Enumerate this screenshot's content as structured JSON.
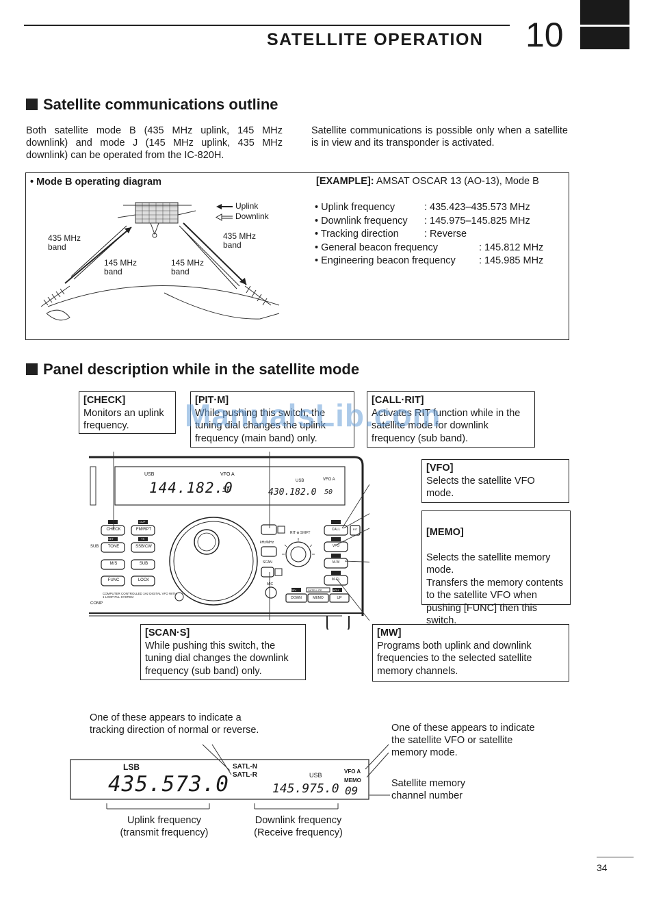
{
  "header": {
    "section_title": "SATELLITE OPERATION",
    "chapter_number": "10"
  },
  "outline": {
    "heading": "Satellite communications outline",
    "para_left": "Both satellite mode B (435 MHz uplink, 145 MHz downlink) and mode J (145 MHz uplink, 435 MHz downlink) can be operated from the IC-820H.",
    "para_right": "Satellite communications is possible only when a satellite is in view and its transponder is activated."
  },
  "diagram": {
    "title": "• Mode B operating diagram",
    "legend_uplink": "Uplink",
    "legend_downlink": "Downlink",
    "label_435_left": "435 MHz\nband",
    "label_145_left": "145 MHz\nband",
    "label_435_right": "435 MHz\nband",
    "label_145_right": "145 MHz\nband"
  },
  "example": {
    "title_tag": "[EXAMPLE]:",
    "title_text": " AMSAT OSCAR 13 (AO-13), Mode B",
    "rows": [
      {
        "label": "• Uplink frequency",
        "value": ": 435.423–435.573 MHz"
      },
      {
        "label": "• Downlink frequency",
        "value": ": 145.975–145.825 MHz"
      },
      {
        "label": "• Tracking direction",
        "value": ": Reverse"
      },
      {
        "label": "• General beacon frequency",
        "value": ": 145.812 MHz"
      },
      {
        "label": "• Engineering beacon frequency",
        "value": ": 145.985 MHz"
      }
    ]
  },
  "panel": {
    "heading": "Panel description while in the satellite mode",
    "callouts": {
      "check": {
        "title": "[CHECK]",
        "body": "Monitors an uplink frequency."
      },
      "pit": {
        "title": "[PIT·M]",
        "body": "While pushing this switch, the tuning dial changes the uplink frequency (main band) only."
      },
      "call": {
        "title": "[CALL·RIT]",
        "body": "Activates RIT function while in the satellite mode for downlink frequency (sub band)."
      },
      "vfo": {
        "title": "[VFO]",
        "body": "Selects the satellite VFO mode."
      },
      "memo": {
        "title": "[MEMO]",
        "body": "Selects the satellite memory mode.\nTransfers the memory contents to the satellite VFO when pushing [FUNC] then this switch."
      },
      "scan": {
        "title": "[SCAN·S]",
        "body": "While pushing this switch, the tuning dial changes the downlink frequency (sub band) only."
      },
      "mw": {
        "title": "[MW]",
        "body": "Programs both uplink and downlink frequencies to the selected satellite memory channels."
      }
    },
    "radio": {
      "main_mode": "USB",
      "main_vfo": "VFO A",
      "main_freq": "144.182.0",
      "main_ch": "50",
      "sub_mode": "USB",
      "sub_vfo": "VFO A",
      "sub_freq": "430.182.0",
      "sub_ch": "50",
      "buttons_left": [
        "CHECK",
        "FM/RPT",
        "TONE",
        "SSB/CW",
        "M/S",
        "SUB",
        "FUNC",
        "LOCK"
      ],
      "keys_top": [
        "T.SQL",
        "DUP",
        "SET",
        "TS"
      ],
      "rit_shift": "RIT ⊗ SHIFT",
      "khz_mhz": "kHz/MHz",
      "scan_label": "SCAN",
      "mic_label": "MIC",
      "right_buttons": [
        "CALL",
        "RIT",
        "VFO",
        "M-W",
        "M-CL"
      ],
      "bottom_buttons": [
        "DOWN",
        "MEMO",
        "UP"
      ],
      "bottom_tags": [
        "REV",
        "SATELLITE",
        "HIGH"
      ],
      "footer_text": "COMPUTER CONTROLLED 1Hz DIGITAL VFO WITH 1 LOOP PLL SYSTEM",
      "comp_label": "COMP",
      "sub_tag": "SUB"
    }
  },
  "display": {
    "note_tracking": "One of these appears to indicate a tracking direction of normal or reverse.",
    "note_mode": "One of these appears to indicate the satellite VFO or satellite memory mode.",
    "uplink_mode": "LSB",
    "uplink_freq": "435.573.0",
    "satl_n": "SATL-N",
    "satl_r": "SATL-R",
    "downlink_mode": "USB",
    "downlink_freq": "145.975.0",
    "vfo_a": "VFO A",
    "memo": "MEMO",
    "channel": "09",
    "channel_label": "Satellite memory channel number",
    "uplink_caption": "Uplink frequency\n(transmit frequency)",
    "downlink_caption": "Downlink frequency\n(Receive frequency)"
  },
  "page_number": "34",
  "watermark": "ManualsLib.com"
}
